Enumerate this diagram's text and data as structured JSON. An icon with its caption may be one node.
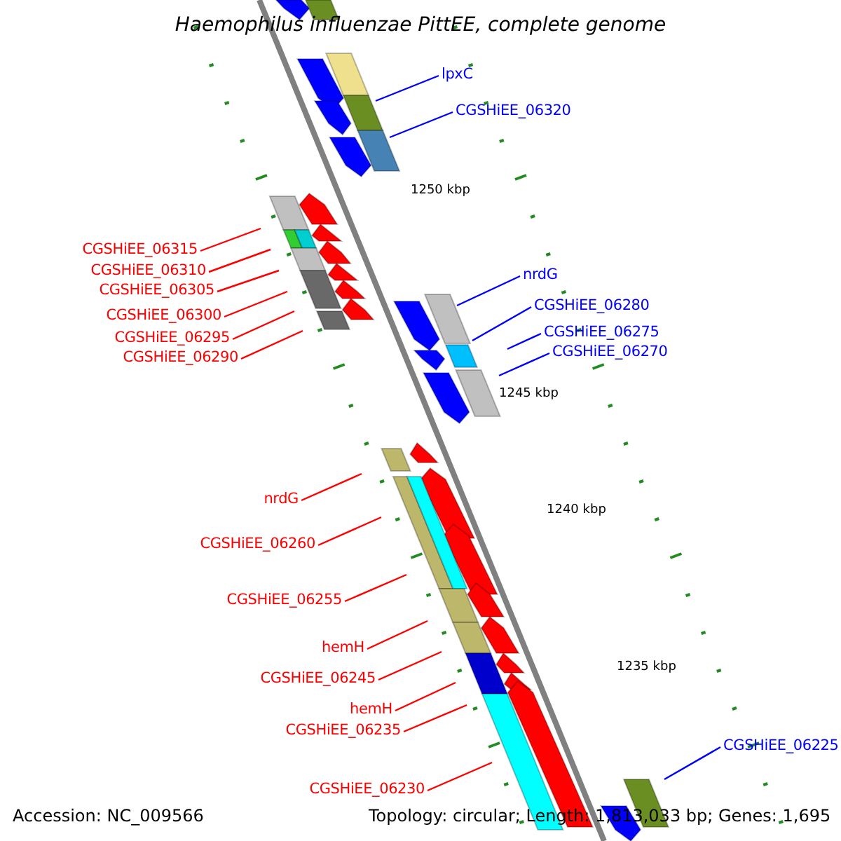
{
  "diagram": {
    "title": "Haemophilus influenzae PittEE, complete genome",
    "nodes": [
      {
        "text": [
          "lpxC"
        ]
      },
      {
        "text": [
          "CGSHiEE_06320"
        ]
      },
      {
        "text": [
          "CGSHiEE_06315"
        ]
      },
      {
        "text": [
          "CGSHiEE_06310"
        ]
      },
      {
        "text": [
          "CGSHiEE_06305"
        ]
      },
      {
        "text": [
          "CGSHiEE_06300"
        ]
      },
      {
        "text": [
          "CGSHiEE_06295"
        ]
      },
      {
        "text": [
          "CGSHiEE_06290"
        ]
      },
      {
        "text": [
          "nrdG"
        ]
      },
      {
        "text": [
          "CGSHiEE_06280"
        ]
      },
      {
        "text": [
          "CGSHiEE_06275"
        ]
      },
      {
        "text": [
          "CGSHiEE_06270"
        ]
      },
      {
        "text": [
          "nrdG"
        ]
      },
      {
        "text": [
          "CGSHiEE_06260"
        ]
      },
      {
        "text": [
          "CGSHiEE_06255"
        ]
      },
      {
        "text": [
          "hemH"
        ]
      },
      {
        "text": [
          "CGSHiEE_06245"
        ]
      },
      {
        "text": [
          "hemH"
        ]
      },
      {
        "text": [
          "CGSHiEE_06235"
        ]
      },
      {
        "text": [
          "CGSHiEE_06230"
        ]
      },
      {
        "text": [
          "CGSHiEE_06225"
        ]
      }
    ],
    "edges": [
      {
        "from": 0,
        "to": null,
        "arrow": "none",
        "color": "#0000ff"
      },
      {
        "from": 1,
        "to": null,
        "arrow": "none",
        "color": "#0000ff"
      },
      {
        "from": 2,
        "to": null,
        "arrow": "none"
      },
      {
        "from": 3,
        "to": null,
        "arrow": "none"
      },
      {
        "from": 4,
        "to": null,
        "arrow": "none"
      },
      {
        "from": 5,
        "to": null,
        "arrow": "none"
      },
      {
        "from": 6,
        "to": null,
        "arrow": "none"
      },
      {
        "from": 7,
        "to": null,
        "arrow": "none"
      },
      {
        "from": 8,
        "to": null,
        "arrow": "none",
        "color": "#0000ff"
      },
      {
        "from": 9,
        "to": null,
        "arrow": "none",
        "color": "#0000ff"
      },
      {
        "from": 10,
        "to": null,
        "arrow": "none",
        "color": "#0000ff"
      },
      {
        "from": 11,
        "to": null,
        "arrow": "none",
        "color": "#0000ff"
      },
      {
        "from": 12,
        "to": null,
        "arrow": "none"
      },
      {
        "from": 13,
        "to": null,
        "arrow": "none"
      },
      {
        "from": 14,
        "to": null,
        "arrow": "none"
      },
      {
        "from": 15,
        "to": null,
        "arrow": "none"
      },
      {
        "from": 16,
        "to": null,
        "arrow": "none"
      },
      {
        "from": 17,
        "to": null,
        "arrow": "none"
      },
      {
        "from": 18,
        "to": null,
        "arrow": "none"
      },
      {
        "from": 19,
        "to": null,
        "arrow": "none"
      },
      {
        "from": 20,
        "to": null,
        "arrow": "none",
        "color": "#0000ff"
      }
    ],
    "labels": [
      "1250 kbp",
      "1245 kbp",
      "1240 kbp",
      "1235 kbp",
      "Accession: NC_009566",
      "Topology: circular; Length: 1,813,033 bp; Genes: 1,695"
    ]
  }
}
